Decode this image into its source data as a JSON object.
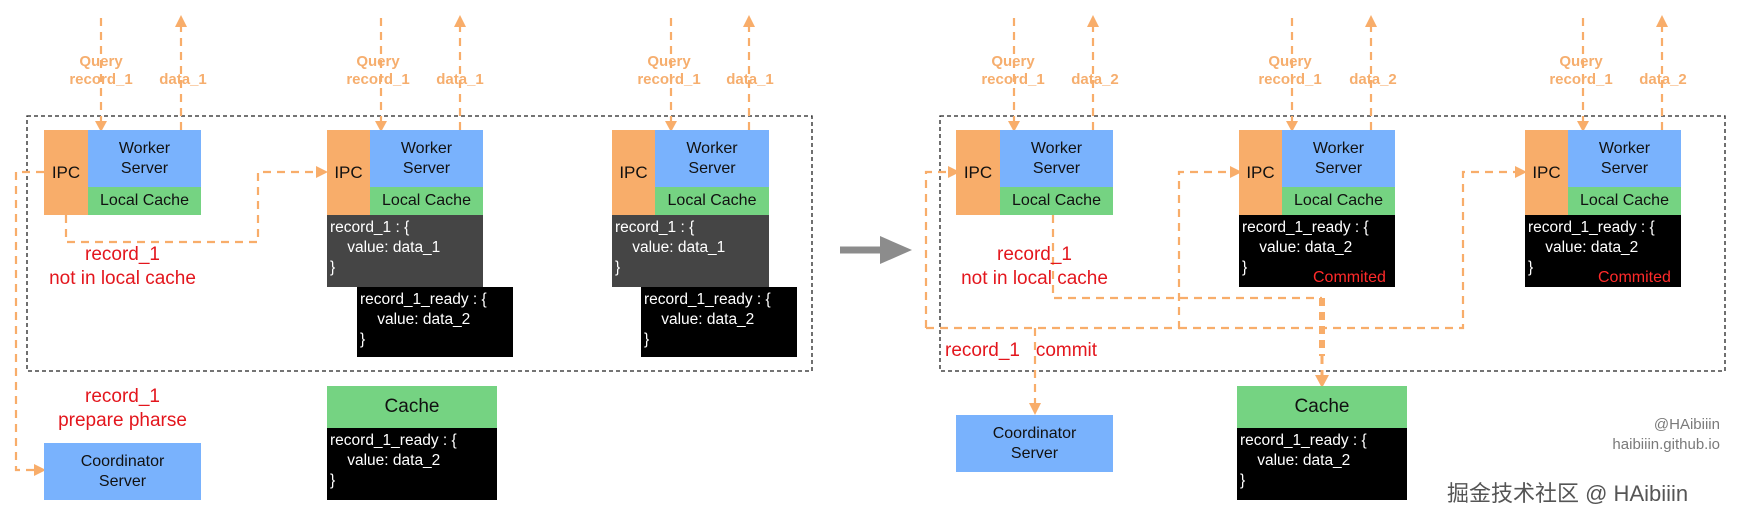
{
  "colors": {
    "ipc": "#f8ad6a",
    "worker": "#79b2fd",
    "local_cache": "#75d382",
    "dark_box": "#454545",
    "black_box": "#000000",
    "flow_line": "#f8ad6a",
    "red_text": "#e3161d",
    "transition_arrow": "#8c8c8c"
  },
  "labels": {
    "query": "Query\nrecord_1",
    "ipc": "IPC",
    "worker": "Worker\nServer",
    "local_cache": "Local Cache",
    "coordinator": "Coordinator\nServer",
    "cache": "Cache",
    "commited": "Commited"
  },
  "left": {
    "nodes": [
      {
        "response": "data_1"
      },
      {
        "response": "data_1",
        "cached": "record_1 : {\n    value: data_1\n}",
        "pending": "record_1_ready : {\n    value: data_2\n}"
      },
      {
        "response": "data_1",
        "cached": "record_1 : {\n    value: data_1\n}",
        "pending": "record_1_ready : {\n    value: data_2\n}"
      }
    ],
    "miss_note": "record_1\nnot in local cache",
    "phase_note": "record_1\nprepare pharse",
    "cache_content": "record_1_ready : {\n    value: data_2\n}"
  },
  "right": {
    "nodes": [
      {
        "response": "data_2"
      },
      {
        "response": "data_2",
        "cached": "record_1_ready : {\n    value: data_2\n}"
      },
      {
        "response": "data_2",
        "cached": "record_1_ready : {\n    value: data_2\n}"
      }
    ],
    "miss_note": "record_1\nnot in local cache",
    "phase_note": "record_1   commit",
    "cache_content": "record_1_ready : {\n    value: data_2\n}"
  },
  "credits": {
    "author": "@HAibiiin",
    "site": "haibiiin.github.io",
    "watermark": "掘金技术社区 @ HAibiiin"
  }
}
